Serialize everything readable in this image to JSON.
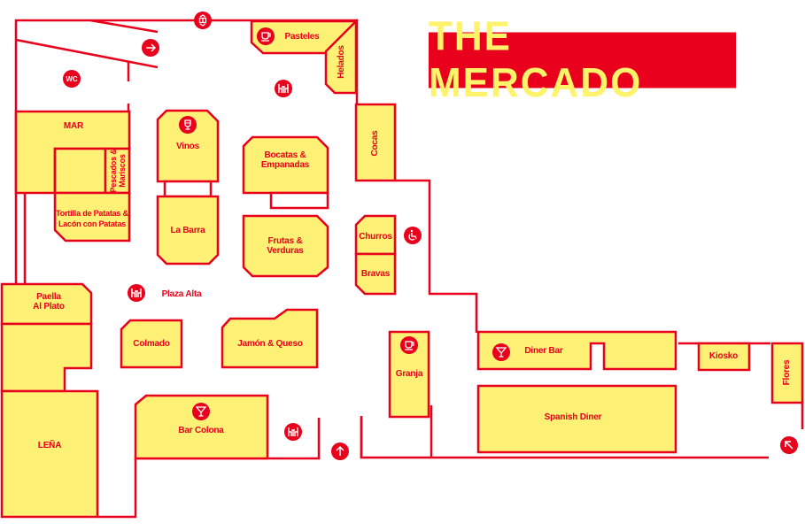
{
  "title": "THE MERCADO",
  "colors": {
    "accent": "#e8001c",
    "stall_fill": "#fff176",
    "title_text": "#fff36b",
    "background": "#ffffff"
  },
  "stalls": {
    "pasteles": "Pasteles",
    "helados": "Helados",
    "mar": "MAR",
    "pescados": "Pescados & Mariscos",
    "tortilla_1": "Tortilla de Patatas &",
    "tortilla_2": "Lacón con Patatas",
    "vinos": "Vinos",
    "la_barra": "La Barra",
    "bocatas_1": "Bocatas &",
    "bocatas_2": "Empanadas",
    "frutas_1": "Frutas &",
    "frutas_2": "Verduras",
    "cocas": "Cocas",
    "churros": "Churros",
    "bravas": "Bravas",
    "paella_1": "Paella",
    "paella_2": "Al Plato",
    "colmado": "Colmado",
    "jamon": "Jamón & Queso",
    "lena": "LEÑA",
    "bar_colona": "Bar Colona",
    "granja": "Granja",
    "diner_bar": "Diner Bar",
    "spanish_diner": "Spanish Diner",
    "kiosko": "Kiosko",
    "flores": "Flores"
  },
  "areas": {
    "plaza_alta": "Plaza Alta"
  },
  "icons": {
    "wc": "WC",
    "elevator": "elevator-icon",
    "exit_right": "arrow-right-icon",
    "exit_up": "arrow-up-icon",
    "exit_diagonal": "arrow-up-left-icon",
    "seating": "seating-icon",
    "accessible": "wheelchair-icon",
    "coffee": "coffee-cup-icon",
    "wine": "wine-glass-icon",
    "cocktail": "cocktail-glass-icon"
  }
}
